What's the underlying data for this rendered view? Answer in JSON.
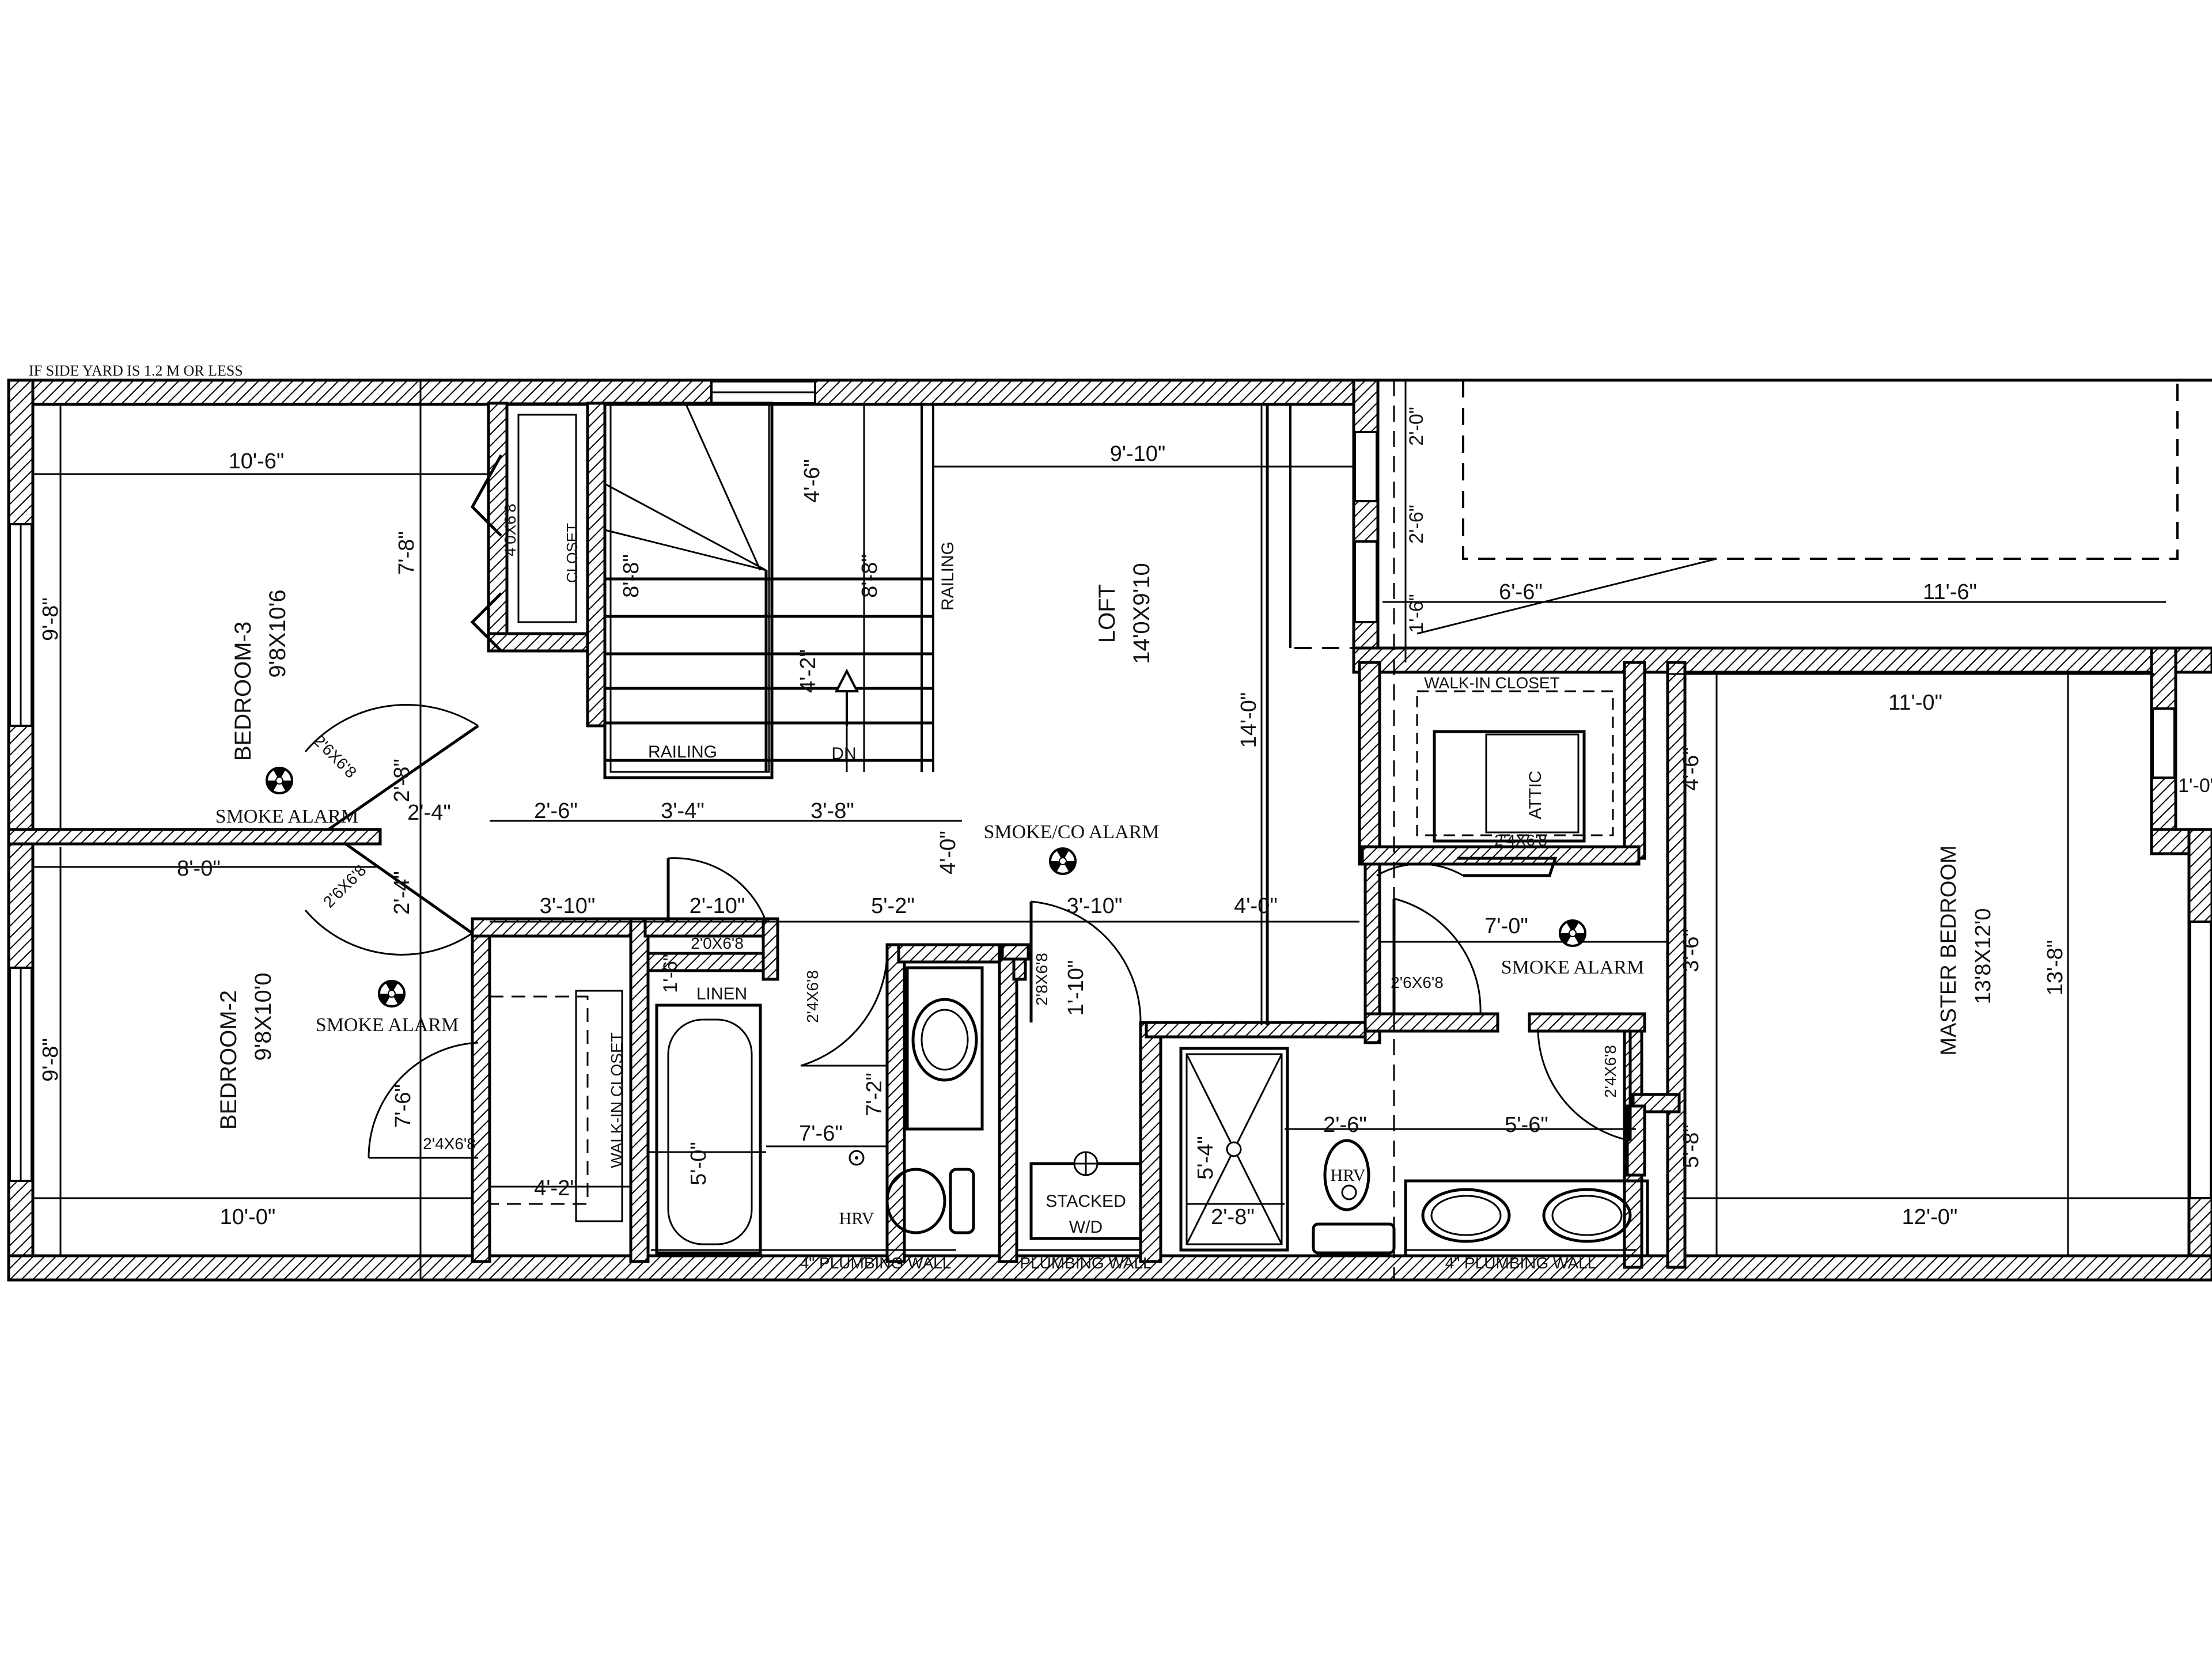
{
  "top_note": "IF SIDE YARD IS 1.2 M OR LESS",
  "rooms": {
    "bedroom3": {
      "name": "BEDROOM-3",
      "size": "9'8X10'6"
    },
    "bedroom2": {
      "name": "BEDROOM-2",
      "size": "9'8X10'0"
    },
    "loft": {
      "name": "LOFT",
      "size": "14'0X9'10"
    },
    "master": {
      "name": "MASTER BEDROOM",
      "size": "13'8X12'0"
    },
    "closet": "CLOSET",
    "walkin_closet_left": "WALK-IN CLOSET",
    "walkin_closet_right": "WALK-IN CLOSET",
    "linen": "LINEN",
    "attic": "ATTIC",
    "stacked": "STACKED",
    "wd": "W/D"
  },
  "labels": {
    "railing_top": "RAILING",
    "railing_side": "RAILING",
    "down": "DN",
    "smoke_alarm_1": "SMOKE ALARM",
    "smoke_alarm_2": "SMOKE ALARM",
    "smoke_alarm_3": "SMOKE ALARM",
    "smoke_co_alarm": "SMOKE/CO ALARM",
    "hrv_1": "HRV",
    "hrv_2": "HRV",
    "plumbing_wall_1": "4\" PLUMBING WALL",
    "plumbing_wall_2": "PLUMBING WALL",
    "plumbing_wall_3": "4\" PLUMBING WALL"
  },
  "doors": {
    "closet_door": "4'0X6'8",
    "bed3_door": "2'6X6'8",
    "bed2_door": "2'6X6'8",
    "linen_door": "2'0X6'8",
    "bath_door": "2'4X6'8",
    "laundry_door": "2'8X6'8",
    "wic_door": "2'4X6'8",
    "attic_door": "2'4X6'8",
    "ensuite_door": "2'6X6'8",
    "master_wic_door": "2'4X6'8"
  },
  "dimensions": {
    "d_10_6": "10'-6\"",
    "d_9_8_a": "9'-8\"",
    "d_7_8": "7'-8\"",
    "d_8_8_a": "8'-8\"",
    "d_4_6_a": "4'-6\"",
    "d_8_8_b": "8'-8\"",
    "d_4_2_a": "4'-2\"",
    "d_9_10": "9'-10\"",
    "d_14_0": "14'-0\"",
    "d_2_0": "2'-0\"",
    "d_2_6_a": "2'-6\"",
    "d_1_6_a": "1'-6\"",
    "d_6_6": "6'-6\"",
    "d_11_6": "11'-6\"",
    "d_11_0": "11'-0\"",
    "d_4_6_b": "4'-6\"",
    "d_2_8_a": "2'-8\"",
    "d_2_4_a": "2'-4\"",
    "d_2_6_b": "2'-6\"",
    "d_3_4": "3'-4\"",
    "d_3_8": "3'-8\"",
    "d_4_0_a": "4'-0\"",
    "d_8_0": "8'-0\"",
    "d_2_4_b": "2'-4\"",
    "d_3_10_a": "3'-10\"",
    "d_2_10": "2'-10\"",
    "d_5_2": "5'-2\"",
    "d_3_10_b": "3'-10\"",
    "d_4_0_b": "4'-0\"",
    "d_7_0": "7'-0\"",
    "d_3_6": "3'-6\"",
    "d_13_8": "13'-8\"",
    "d_1_6_b": "1'-6\"",
    "d_1_10": "1'-10\"",
    "d_9_8_b": "9'-8\"",
    "d_7_6_a": "7'-6\"",
    "d_7_6_b": "7'-6\"",
    "d_7_2": "7'-2\"",
    "d_5_0": "5'-0\"",
    "d_4_2_b": "4'-2\"",
    "d_10_0": "10'-0\"",
    "d_5_4": "5'-4\"",
    "d_2_8_b": "2'-8\"",
    "d_2_6_c": "2'-6\"",
    "d_5_6": "5'-6\"",
    "d_5_8": "5'-8\"",
    "d_12_0": "12'-0\"",
    "d_1_0": "1'-0\""
  }
}
